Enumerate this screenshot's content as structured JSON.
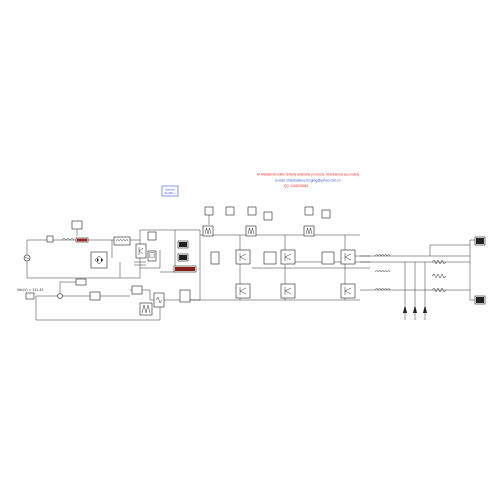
{
  "annotation": {
    "line1": "Hi Matlab/Simulink Simply available products. Maintained accurately",
    "line2": "E-mail: sharebalance.fengling@yahoo.com.cn",
    "line3": "QQ: 1163028484"
  },
  "powergui": {
    "line1": "Discrete",
    "line2": "5e-005 s."
  },
  "source_label": "Vdc(V) = 311.45",
  "colors": {
    "annotation_red": "#e8322d",
    "annotation_blue": "#3355cc",
    "wire": "#333333",
    "block_border": "#222222"
  },
  "icons": [
    "dc-source-icon",
    "inductor-icon",
    "diode-bridge-icon",
    "igbt-icon",
    "scope-icon",
    "ground-icon",
    "pwm-generator-icon",
    "resistor-icon"
  ]
}
